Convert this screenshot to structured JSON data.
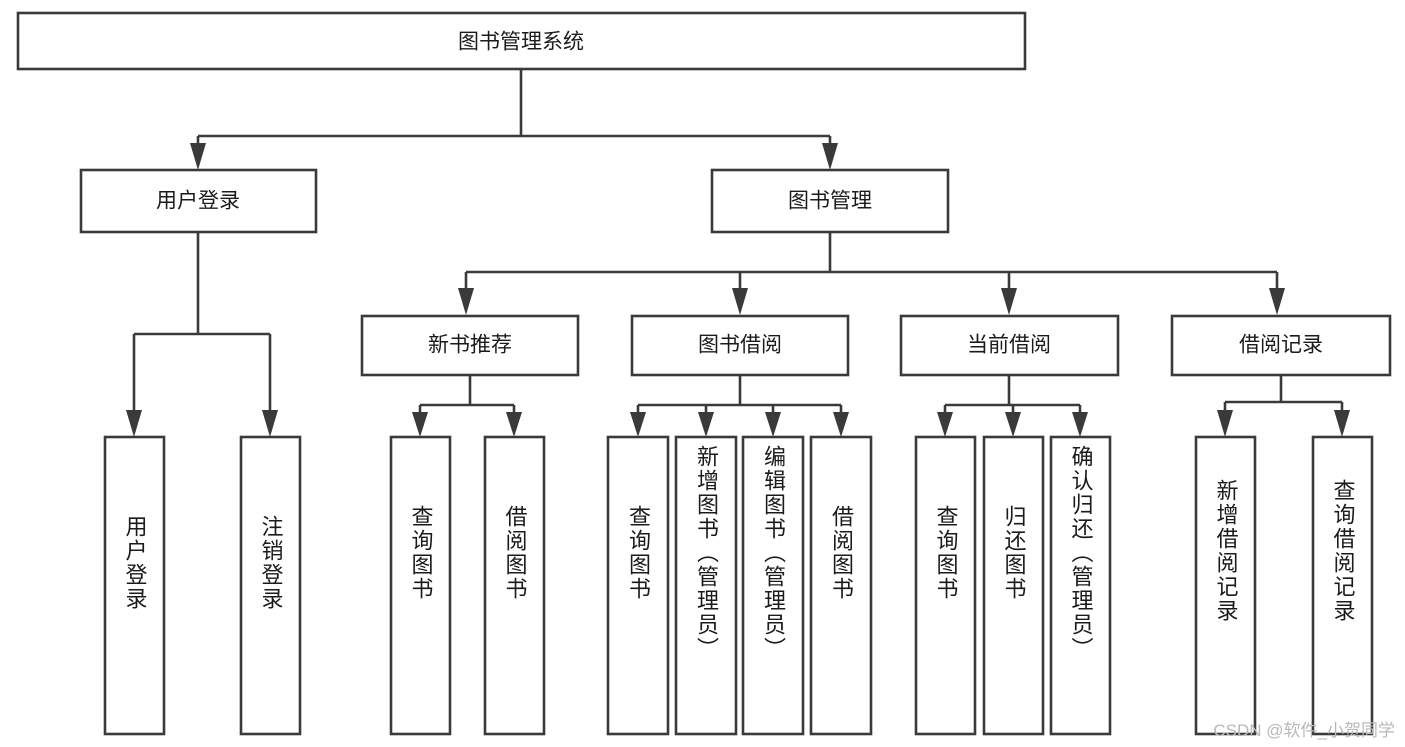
{
  "diagram": {
    "type": "tree",
    "title": "图书管理系统",
    "watermark": "CSDN @软件_小贺同学",
    "colors": {
      "stroke": "#3a3a3a",
      "box_fill": "#ffffff",
      "text": "#1b1b1b",
      "background": "#ffffff",
      "watermark": "#b9b9b9"
    },
    "nodes": {
      "root": {
        "label": "图书管理系统",
        "level": 1,
        "orientation": "horizontal"
      },
      "level2": [
        {
          "id": "user-login",
          "label": "用户登录",
          "orientation": "horizontal"
        },
        {
          "id": "book-manage",
          "label": "图书管理",
          "orientation": "horizontal"
        }
      ],
      "level3": [
        {
          "id": "new-book-rec",
          "label": "新书推荐",
          "orientation": "horizontal",
          "parent": "book-manage"
        },
        {
          "id": "book-borrow",
          "label": "图书借阅",
          "orientation": "horizontal",
          "parent": "book-manage"
        },
        {
          "id": "current-borrow",
          "label": "当前借阅",
          "orientation": "horizontal",
          "parent": "book-manage"
        },
        {
          "id": "borrow-record",
          "label": "借阅记录",
          "orientation": "horizontal",
          "parent": "book-manage"
        }
      ],
      "leaves": [
        {
          "id": "leaf-user-login",
          "label": "用户登录",
          "parent": "user-login",
          "orientation": "vertical"
        },
        {
          "id": "leaf-logout-login",
          "label": "注销登录",
          "parent": "user-login",
          "orientation": "vertical"
        },
        {
          "id": "leaf-query-book-rec",
          "label": "查询图书",
          "parent": "new-book-rec",
          "orientation": "vertical"
        },
        {
          "id": "leaf-borrow-book-rec",
          "label": "借阅图书",
          "parent": "new-book-rec",
          "orientation": "vertical"
        },
        {
          "id": "leaf-query-book-borrow",
          "label": "查询图书",
          "parent": "book-borrow",
          "orientation": "vertical"
        },
        {
          "id": "leaf-add-book",
          "label": "新增图书（管理员）",
          "parent": "book-borrow",
          "orientation": "vertical"
        },
        {
          "id": "leaf-edit-book",
          "label": "编辑图书（管理员）",
          "parent": "book-borrow",
          "orientation": "vertical"
        },
        {
          "id": "leaf-borrow-book",
          "label": "借阅图书",
          "parent": "book-borrow",
          "orientation": "vertical"
        },
        {
          "id": "leaf-query-book-current",
          "label": "查询图书",
          "parent": "current-borrow",
          "orientation": "vertical"
        },
        {
          "id": "leaf-return-book",
          "label": "归还图书",
          "parent": "current-borrow",
          "orientation": "vertical"
        },
        {
          "id": "leaf-confirm-return",
          "label": "确认归还（管理员）",
          "parent": "current-borrow",
          "orientation": "vertical"
        },
        {
          "id": "leaf-add-record",
          "label": "新增借阅记录",
          "parent": "borrow-record",
          "orientation": "vertical"
        },
        {
          "id": "leaf-query-record",
          "label": "查询借阅记录",
          "parent": "borrow-record",
          "orientation": "vertical"
        }
      ]
    }
  }
}
